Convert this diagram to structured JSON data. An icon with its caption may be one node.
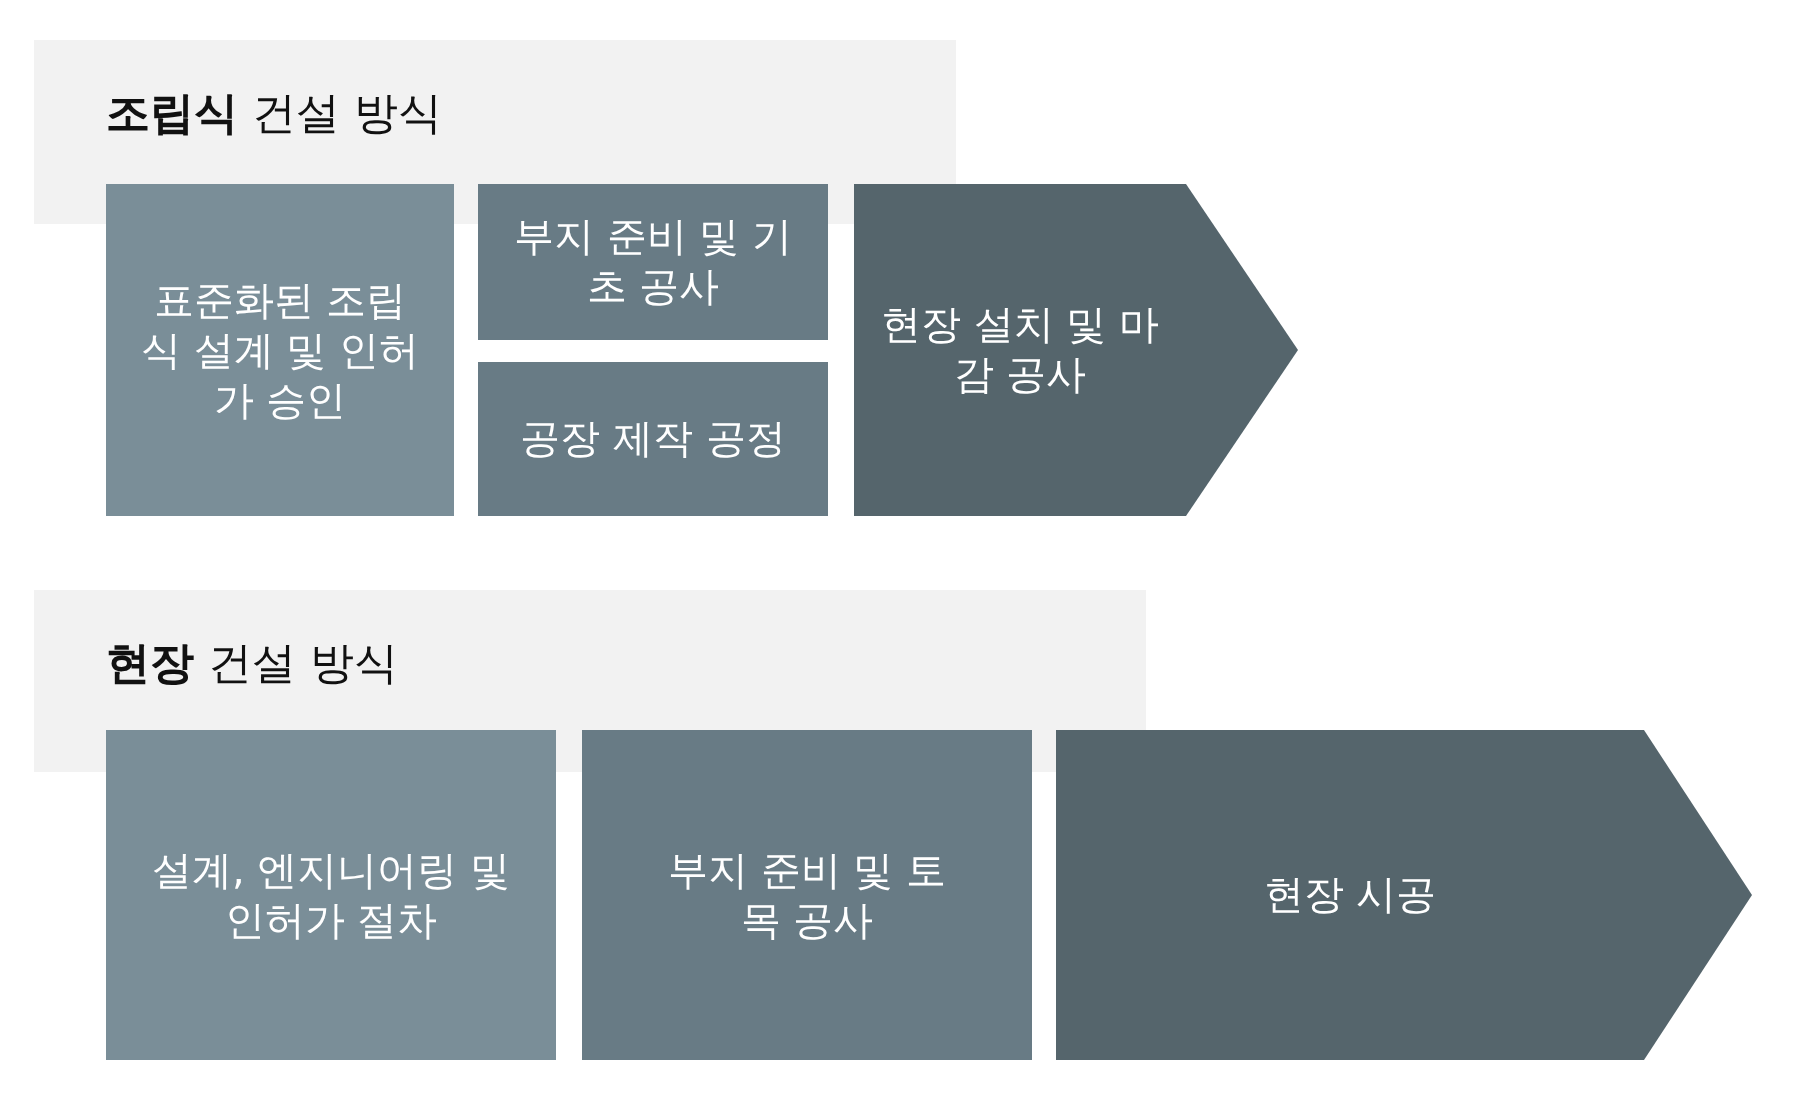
{
  "diagram": {
    "nodes": [
      {
        "text": [
          "**조립식** 건설 방식"
        ]
      },
      {
        "text": [
          "표준화된 조립식 설계 및 인허가 승인"
        ]
      },
      {
        "text": [
          "부지 준비 및 기초 공사"
        ]
      },
      {
        "text": [
          "공장 제작 공정"
        ]
      },
      {
        "text": [
          "현장 설치 및 마감 공사"
        ]
      },
      {
        "text": [
          "**현장** 건설 방식"
        ]
      },
      {
        "text": [
          "설계, 엔지니어링 및 인허가 절차"
        ]
      },
      {
        "text": [
          "부지 준비 및 토목 공사"
        ]
      },
      {
        "text": [
          "현장 시공"
        ]
      }
    ]
  }
}
